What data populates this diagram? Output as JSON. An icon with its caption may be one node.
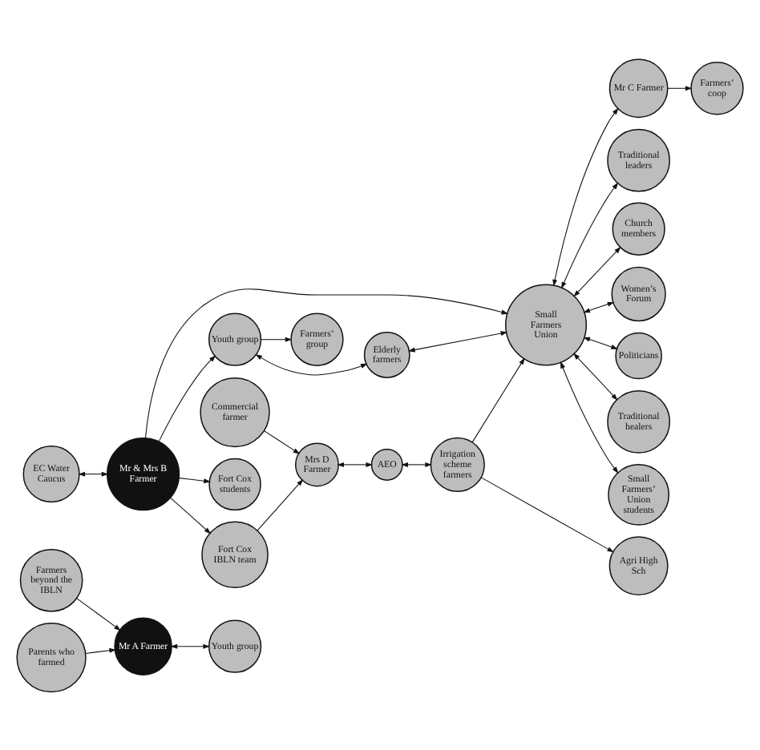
{
  "diagram": {
    "nodes": [
      {
        "text": [
          "Farmers beyond the IBLN"
        ]
      },
      {
        "text": [
          "Youth group"
        ]
      },
      {
        "text": [
          "Mr A Farmer"
        ]
      },
      {
        "text": [
          "Parents who farmed"
        ]
      },
      {
        "text": [
          "Traditional leaders"
        ]
      },
      {
        "text": [
          "Church members"
        ]
      },
      {
        "text": [
          "Women’s Forum"
        ]
      },
      {
        "text": [
          "Politicians"
        ]
      },
      {
        "text": [
          "EC Water Caucus"
        ]
      },
      {
        "text": [
          "Mr & Mrs B Farmer"
        ]
      },
      {
        "text": [
          "Traditional healers"
        ]
      },
      {
        "text": [
          "Small Farmers Union"
        ]
      },
      {
        "text": [
          "Fort Cox students"
        ]
      },
      {
        "text": [
          "Small Farmers’ Union students"
        ]
      },
      {
        "text": [
          "Fort Cox IBLN team"
        ]
      },
      {
        "text": [
          "Elderly farmers"
        ]
      },
      {
        "text": [
          "Mr C Farmer"
        ]
      },
      {
        "text": [
          "Youth group"
        ]
      },
      {
        "text": [
          "Farmers’ group"
        ]
      },
      {
        "text": [
          "Irrigation scheme farmers"
        ]
      },
      {
        "text": [
          "Farmers’ coop"
        ]
      },
      {
        "text": [
          "Commercial farmer"
        ]
      },
      {
        "text": [
          "AEO"
        ]
      },
      {
        "text": [
          "Mrs D Farmer"
        ]
      },
      {
        "text": [
          "Agri High Sch"
        ]
      }
    ],
    "edges": [
      {
        "from": 0,
        "to": 2,
        "arrow": "to"
      },
      {
        "from": 3,
        "to": 2,
        "arrow": "to"
      },
      {
        "from": 2,
        "to": 1,
        "arrow": "both"
      },
      {
        "from": 8,
        "to": 9,
        "arrow": "both"
      },
      {
        "from": 9,
        "to": 12,
        "arrow": "to"
      },
      {
        "from": 9,
        "to": 11,
        "arrow": "to"
      },
      {
        "from": 9,
        "to": 14,
        "arrow": "to"
      },
      {
        "from": 9,
        "to": 17,
        "arrow": "to"
      },
      {
        "from": 17,
        "to": 15,
        "arrow": "both"
      },
      {
        "from": 17,
        "to": 18,
        "arrow": "to"
      },
      {
        "from": 15,
        "to": 11,
        "arrow": "both"
      },
      {
        "from": 19,
        "to": 11,
        "arrow": "to"
      },
      {
        "from": 11,
        "to": 6,
        "arrow": "both"
      },
      {
        "from": 11,
        "to": 4,
        "arrow": "both"
      },
      {
        "from": 11,
        "to": 5,
        "arrow": "both"
      },
      {
        "from": 11,
        "to": 7,
        "arrow": "both"
      },
      {
        "from": 11,
        "to": 10,
        "arrow": "both"
      },
      {
        "from": 11,
        "to": 13,
        "arrow": "both"
      },
      {
        "from": 11,
        "to": 16,
        "arrow": "both"
      },
      {
        "from": 16,
        "to": 20,
        "arrow": "to"
      },
      {
        "from": 14,
        "to": 23,
        "arrow": "to"
      },
      {
        "from": 21,
        "to": 23,
        "arrow": "to"
      },
      {
        "from": 23,
        "to": 22,
        "arrow": "both"
      },
      {
        "from": 22,
        "to": 19,
        "arrow": "both"
      },
      {
        "from": 19,
        "to": 24,
        "arrow": "to"
      }
    ]
  }
}
